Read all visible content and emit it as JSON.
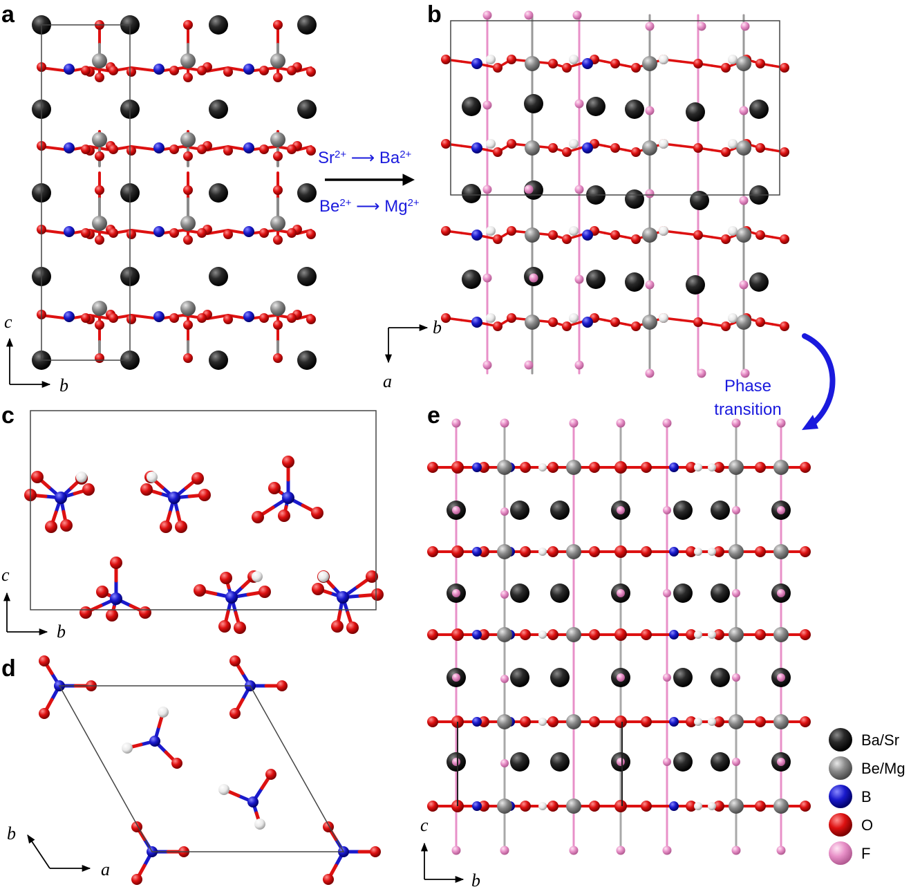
{
  "panels": {
    "a": {
      "label": "a",
      "axis_vertical": "c",
      "axis_horizontal": "b"
    },
    "b": {
      "label": "b",
      "axis_vertical": "a",
      "axis_horizontal": "b"
    },
    "c": {
      "label": "c",
      "axis_vertical": "c",
      "axis_horizontal": "b"
    },
    "d": {
      "label": "d",
      "axis_vertical": "b",
      "axis_horizontal": "a"
    },
    "e": {
      "label": "e",
      "axis_vertical": "c",
      "axis_horizontal": "b"
    }
  },
  "substitution": {
    "line1": {
      "base": "Sr",
      "sup": "2+",
      "arrow": "⟶",
      "base2": "Ba",
      "sup2": "2+"
    },
    "line2": {
      "base": "Be",
      "sup": "2+",
      "arrow": "⟶",
      "base2": "Mg",
      "sup2": "2+"
    }
  },
  "phase_transition": {
    "line1": "Phase",
    "line2": "transition"
  },
  "legend": [
    {
      "label": "Ba/Sr",
      "color": "#1a1a1a"
    },
    {
      "label": "Be/Mg",
      "color": "#8a8a8a"
    },
    {
      "label": "B",
      "color": "#1a1acc"
    },
    {
      "label": "O",
      "color": "#dd1111"
    },
    {
      "label": "F",
      "color": "#e890c8"
    }
  ],
  "colors": {
    "ba": "#1a1a1a",
    "be": "#8a8a8a",
    "b": "#1a1acc",
    "o": "#dd1111",
    "f": "#e890c8",
    "blue_text": "#1a1add",
    "cell_line": "#444444"
  }
}
